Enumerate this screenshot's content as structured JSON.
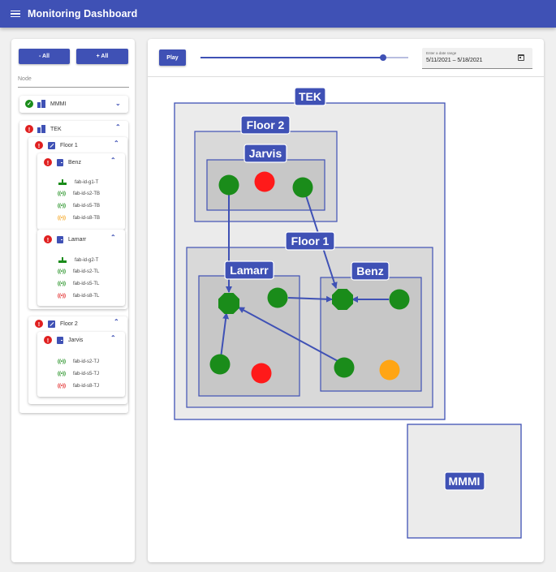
{
  "header": {
    "title": "Monitoring Dashboard",
    "menu_icon": "menu-icon"
  },
  "sidebar": {
    "collapse_all_label": "- All",
    "expand_all_label": "+ All",
    "node_filter_placeholder": "Node",
    "tree": [
      {
        "label": "MMMI",
        "type": "building",
        "status": "ok",
        "expanded": false
      },
      {
        "label": "TEK",
        "type": "building",
        "status": "error",
        "expanded": true,
        "children": [
          {
            "label": "Floor 1",
            "status": "error",
            "expanded": true,
            "rooms": [
              {
                "label": "Benz",
                "status": "error",
                "expanded": true,
                "sensors": [
                  {
                    "label": "fab-id-g1-T",
                    "kind": "gateway",
                    "color": "#1a8c1a"
                  },
                  {
                    "label": "fab-id-s2-TB",
                    "kind": "sensor",
                    "color": "#1a8c1a"
                  },
                  {
                    "label": "fab-id-s5-TB",
                    "kind": "sensor",
                    "color": "#1a8c1a"
                  },
                  {
                    "label": "fab-id-s8-TB",
                    "kind": "sensor",
                    "color": "#f5a623"
                  }
                ]
              },
              {
                "label": "Lamarr",
                "status": "error",
                "expanded": true,
                "sensors": [
                  {
                    "label": "fab-id-g2-T",
                    "kind": "gateway",
                    "color": "#1a8c1a"
                  },
                  {
                    "label": "fab-id-s2-TL",
                    "kind": "sensor",
                    "color": "#1a8c1a"
                  },
                  {
                    "label": "fab-id-s5-TL",
                    "kind": "sensor",
                    "color": "#1a8c1a"
                  },
                  {
                    "label": "fab-id-s8-TL",
                    "kind": "sensor",
                    "color": "#e02020"
                  }
                ]
              }
            ]
          },
          {
            "label": "Floor 2",
            "status": "error",
            "expanded": true,
            "rooms": [
              {
                "label": "Jarvis",
                "status": "error",
                "expanded": true,
                "sensors": [
                  {
                    "label": "fab-id-s2-TJ",
                    "kind": "sensor",
                    "color": "#1a8c1a"
                  },
                  {
                    "label": "fab-id-s5-TJ",
                    "kind": "sensor",
                    "color": "#1a8c1a"
                  },
                  {
                    "label": "fab-id-s8-TJ",
                    "kind": "sensor",
                    "color": "#e02020"
                  }
                ]
              }
            ]
          }
        ]
      }
    ]
  },
  "controls": {
    "play_label": "Play",
    "timeline_position": 0.88,
    "date_range_caption": "Enter a date range",
    "date_range_value": "5/11/2021 – 5/18/2021",
    "calendar_icon": "calendar-icon"
  },
  "map": {
    "buildings": [
      "TEK",
      "MMMI"
    ],
    "floors": [
      "Floor 2",
      "Floor 1"
    ],
    "rooms": [
      "Jarvis",
      "Lamarr",
      "Benz"
    ],
    "colors": {
      "ok": "#1a8c1a",
      "error": "#ff1a1a",
      "warning": "#ffa514",
      "link": "#3f51b5",
      "label_bg": "#3f51b5"
    }
  }
}
